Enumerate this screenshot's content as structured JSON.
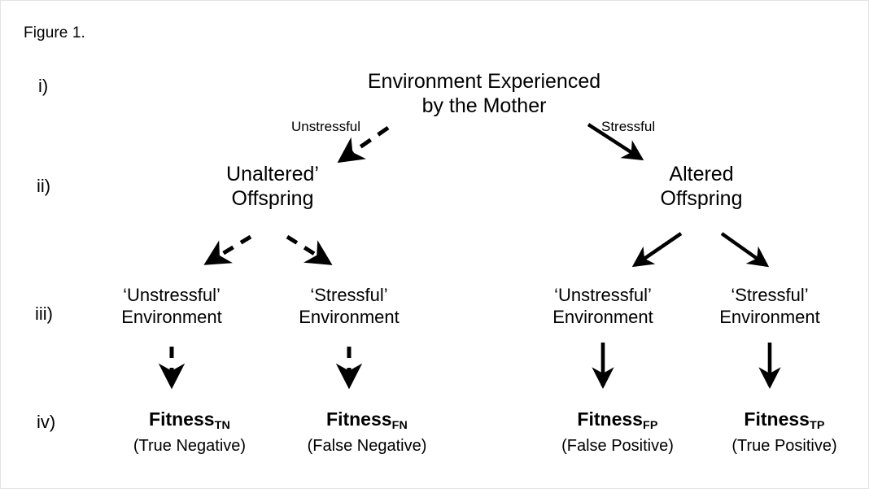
{
  "figure": {
    "caption": "Figure 1.",
    "background_color": "#ffffff",
    "ink_color": "#000000",
    "border_color": "#e3e3e3"
  },
  "levels": [
    {
      "id": "i",
      "marker": "i)"
    },
    {
      "id": "ii",
      "marker": "ii)"
    },
    {
      "id": "iii",
      "marker": "iii)"
    },
    {
      "id": "iv",
      "marker": "iv)"
    }
  ],
  "root": {
    "line1": "Environment Experienced",
    "line2": "by the Mother"
  },
  "edge_labels": {
    "unstressful": "Unstressful",
    "stressful": "Stressful"
  },
  "offspring": [
    {
      "line1": "Unaltered’",
      "line2": "Offspring",
      "style": "dashed"
    },
    {
      "line1": "Altered",
      "line2": "Offspring",
      "style": "solid"
    }
  ],
  "environments": [
    {
      "line1": "‘Unstressful’",
      "line2": "Environment",
      "style": "dashed"
    },
    {
      "line1": "‘Stressful’",
      "line2": "Environment",
      "style": "dashed"
    },
    {
      "line1": "‘Unstressful’",
      "line2": "Environment",
      "style": "solid"
    },
    {
      "line1": "‘Stressful’",
      "line2": "Environment",
      "style": "solid"
    }
  ],
  "outcomes": [
    {
      "label": "Fitness",
      "subscript": "TN",
      "expansion": "(True Negative)",
      "style": "dashed"
    },
    {
      "label": "Fitness",
      "subscript": "FN",
      "expansion": "(False Negative)",
      "style": "dashed"
    },
    {
      "label": "Fitness",
      "subscript": "FP",
      "expansion": "(False Positive)",
      "style": "solid"
    },
    {
      "label": "Fitness",
      "subscript": "TP",
      "expansion": "(True Positive)",
      "style": "solid"
    }
  ]
}
